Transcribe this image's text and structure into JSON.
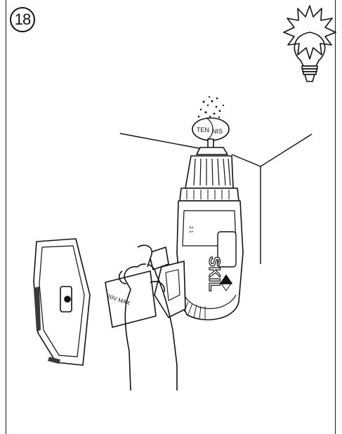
{
  "step": {
    "number": "18"
  },
  "tennis_ball": {
    "label_left": "TEN",
    "label_right": "NIS"
  },
  "drill": {
    "brand": "SKIL",
    "gear_marks": "2 1",
    "battery_label": "20V MAX"
  },
  "colors": {
    "ink": "#111111",
    "paper": "#ffffff",
    "shade": "#3a3a3a"
  }
}
